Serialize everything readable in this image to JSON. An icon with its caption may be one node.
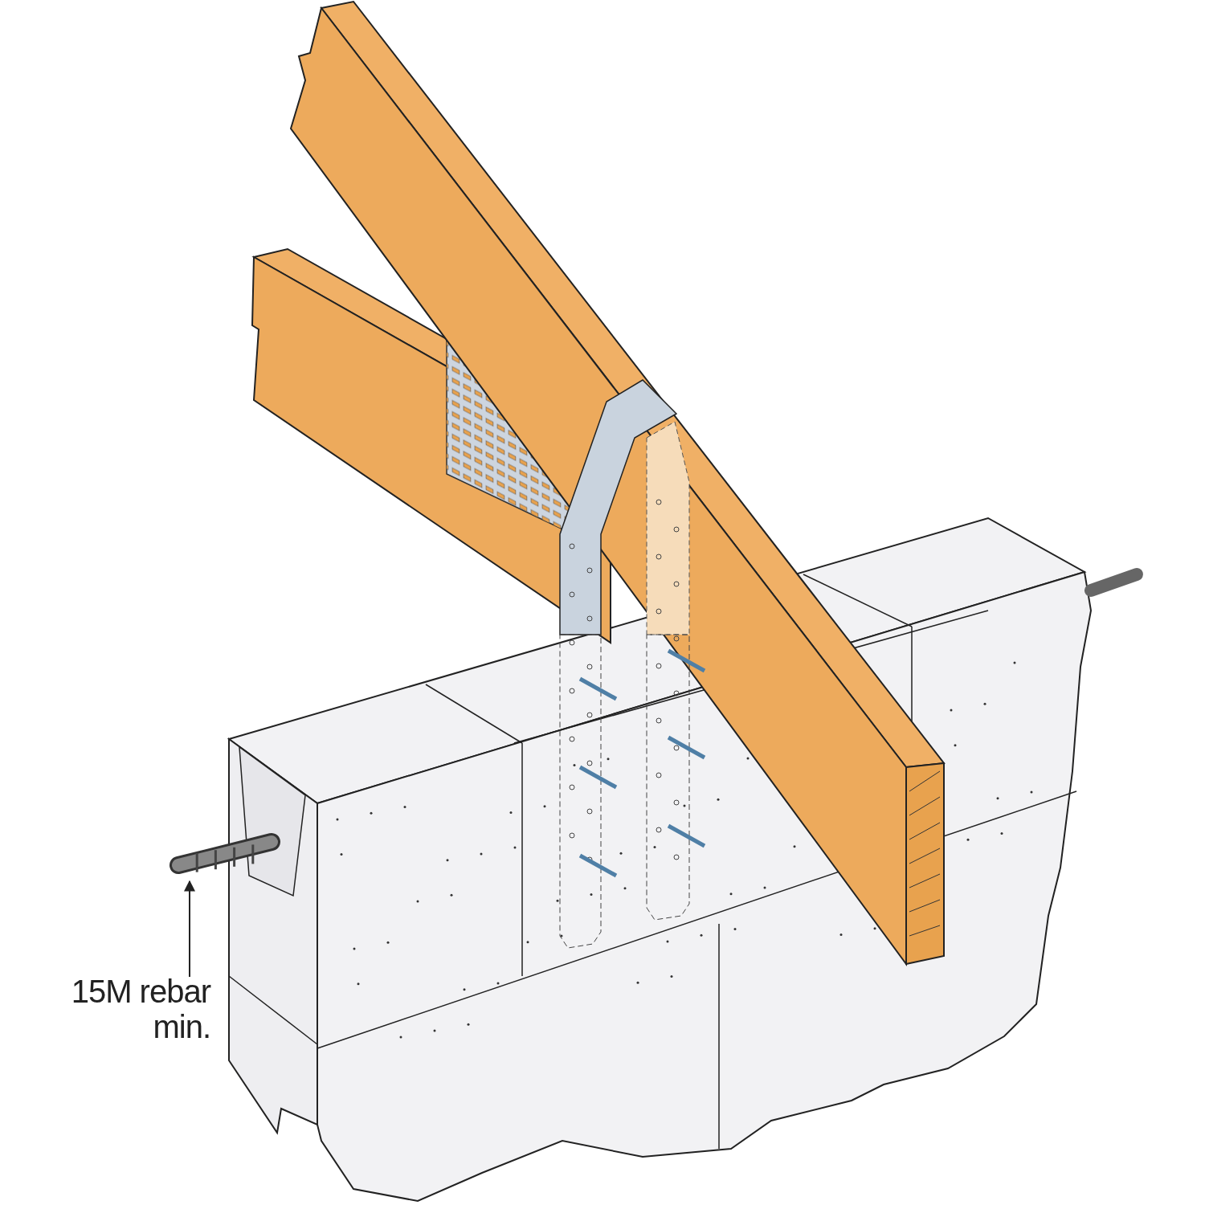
{
  "diagram": {
    "nodes": [
      {
        "text": [
          "15M rebar min."
        ]
      },
      {
        "text": [],
        "shape": "picture"
      }
    ],
    "edges": [
      {
        "from": 0,
        "to": 1,
        "arrow": "to"
      }
    ]
  }
}
